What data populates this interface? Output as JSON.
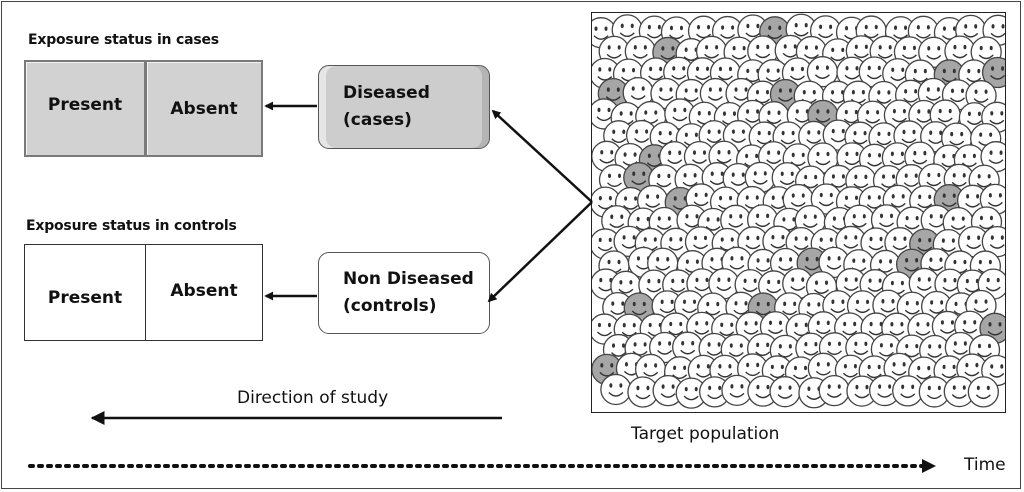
{
  "cases_heading": "Exposure status in cases",
  "controls_heading": "Exposure status in controls",
  "cases_table": {
    "present": "Present",
    "absent": "Absent"
  },
  "controls_table": {
    "present": "Present",
    "absent": "Absent"
  },
  "diseased": {
    "line1": "Diseased",
    "line2": "(cases)"
  },
  "non_diseased": {
    "line1": "Non Diseased",
    "line2": "(controls)"
  },
  "population_label": "Target population",
  "direction_label": "Direction of study",
  "time_label": "Time",
  "colors": {
    "diseased_face": "#a6a6a6",
    "healthy_face": "#ffffff",
    "case_fill": "#d2d2d2",
    "stroke": "#444444"
  }
}
